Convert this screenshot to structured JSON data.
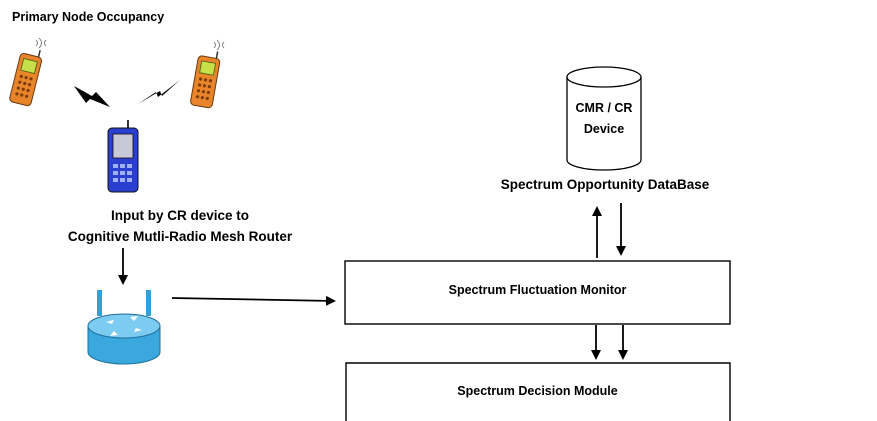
{
  "title": "Primary Node Occupancy",
  "cr_input": {
    "line1": "Input by CR device to",
    "line2": "Cognitive Mutli-Radio Mesh Router"
  },
  "database": {
    "device_line1": "CMR / CR",
    "device_line2": "Device",
    "title": "Spectrum Opportunity DataBase"
  },
  "fluctuation_monitor": {
    "label": "Spectrum Fluctuation Monitor"
  },
  "decision_module": {
    "label": "Spectrum Decision Module"
  },
  "colors": {
    "phone_body": "#e8842a",
    "phone_screen": "#c6e04a",
    "handset_body": "#2a3fd0",
    "router_body": "#3aa7dd",
    "router_top": "#7ccbf0",
    "antenna": "#2fa0d8",
    "stroke": "#000000"
  },
  "icons": [
    "mobile-phone-icon",
    "lightning-signal-icon",
    "handset-icon",
    "router-icon",
    "database-cylinder-icon",
    "arrow-icon"
  ]
}
